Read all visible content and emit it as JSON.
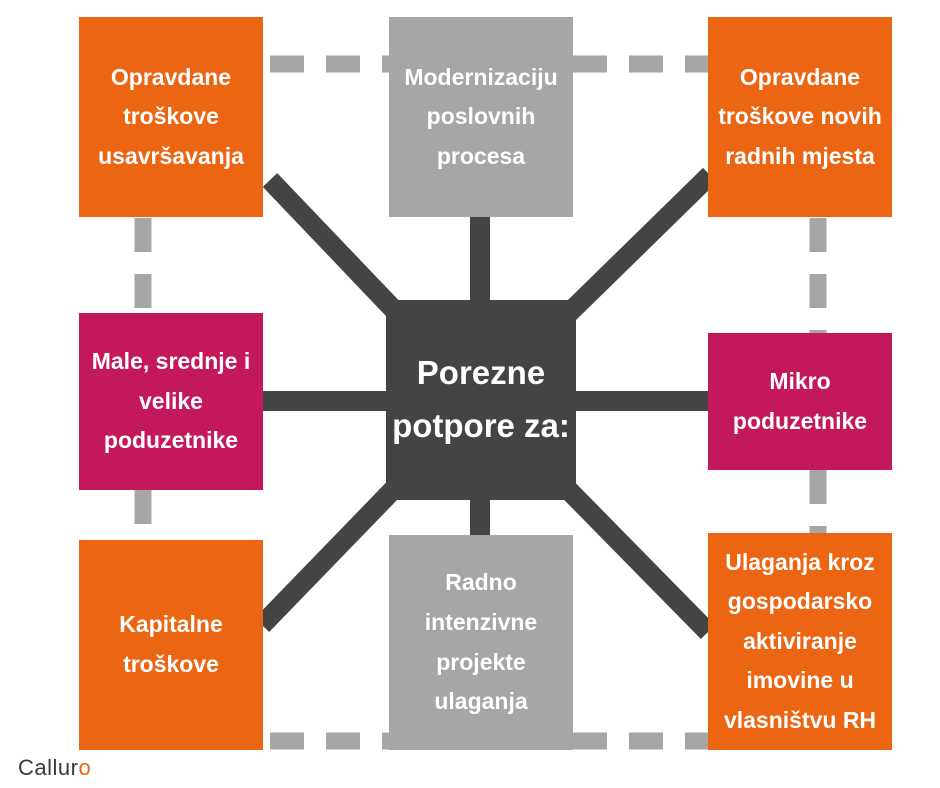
{
  "diagram": {
    "center": {
      "label": "Porezne\npotpore za:"
    },
    "nodes": {
      "top_left": {
        "label": "Opravdane\ntroškove\nusavršavanja",
        "color": "#ec6512"
      },
      "top_center": {
        "label": "Modernizaciju\nposlovnih\nprocesa",
        "color": "#a6a6a6"
      },
      "top_right": {
        "label": "Opravdane\ntroškove novih\nradnih mjesta",
        "color": "#ec6512"
      },
      "mid_left": {
        "label": "Male, srednje i\nvelike\npoduzetnike",
        "color": "#c4185c"
      },
      "mid_right": {
        "label": "Mikro\npoduzetnike",
        "color": "#c4185c"
      },
      "bottom_left": {
        "label": "Kapitalne\ntroškove",
        "color": "#ec6512"
      },
      "bottom_center": {
        "label": "Radno\nintenzivne\nprojekte\nulaganja",
        "color": "#a6a6a6"
      },
      "bottom_right": {
        "label": "Ulaganja kroz\ngospodarsko\naktiviranje\nimovine u\nvlasništvu RH",
        "color": "#ec6512"
      }
    },
    "colors": {
      "hub": "#444444",
      "spokes": "#444444",
      "dashed_frame": "#a6a6a6"
    }
  },
  "logo": {
    "text_main": "Callur",
    "text_accent": "o"
  }
}
